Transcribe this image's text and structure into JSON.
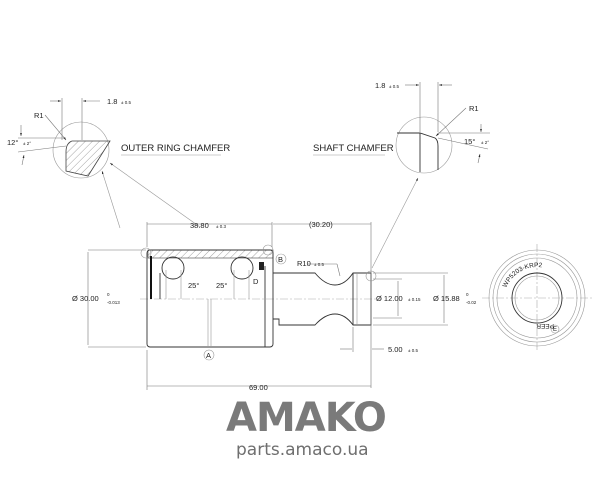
{
  "details": {
    "outer_ring_chamfer": {
      "title": "OUTER RING  CHAMFER",
      "length": "1.8",
      "length_tol": "± 0.5",
      "radius": "R1",
      "angle": "12°",
      "angle_tol": "± 2°"
    },
    "shaft_chamfer": {
      "title": "SHAFT CHAMFER",
      "length": "1.8",
      "length_tol": "± 0.5",
      "radius": "R1",
      "angle": "15°",
      "angle_tol": "± 2°"
    }
  },
  "dimensions": {
    "ring_length": "38.80",
    "ring_length_tol": "± 0.3",
    "shaft_length": "(30.20)",
    "total_length": "69.00",
    "outer_dia": "Ø 30.00",
    "outer_dia_tol_upper": "0",
    "outer_dia_tol_lower": "-0.013",
    "groove_dia": "Ø 12.00",
    "groove_dia_tol": "± 0.15",
    "shaft_dia": "Ø 15.88",
    "shaft_dia_tol_upper": "0",
    "shaft_dia_tol_lower": "-0.02",
    "groove_radius": "R10",
    "groove_radius_tol": "± 0.5",
    "collar_width": "5.00",
    "collar_width_tol": "± 0.5",
    "contact_angle_left": "25°",
    "contact_angle_right": "25°"
  },
  "markers": {
    "a": "A",
    "b": "B",
    "d": "D",
    "e": "E"
  },
  "end_view": {
    "part_number": "WP5203-KRP2",
    "brand": "PEER"
  },
  "watermark": {
    "logo": "AMAKO",
    "url": "parts.amaco.ua"
  }
}
